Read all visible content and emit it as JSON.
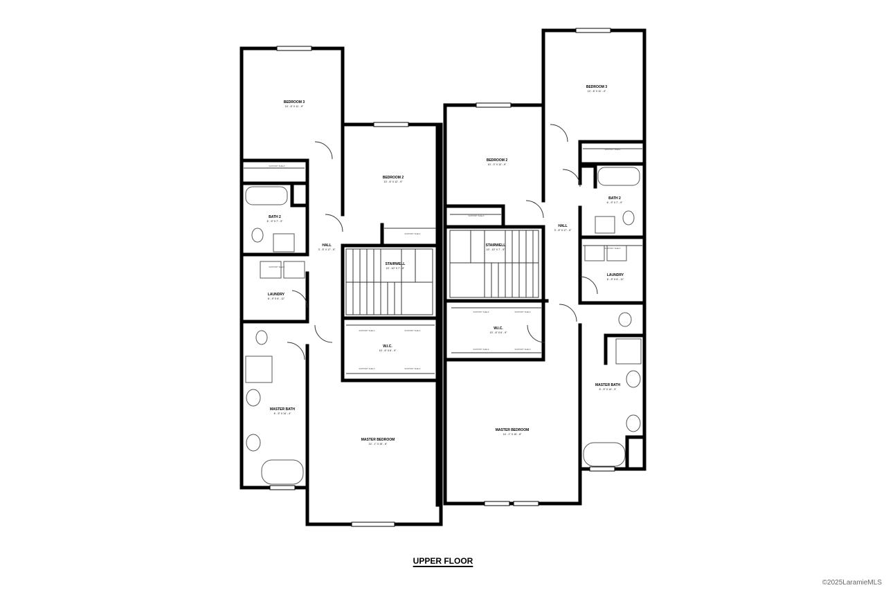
{
  "floor_title": "UPPER FLOOR",
  "copyright": "©2025LaramieMLS",
  "rooms_left": {
    "bedroom3": {
      "name": "BEDROOM 3",
      "dim": "10' - 6\" X 11' - 9\""
    },
    "bedroom2": {
      "name": "BEDROOM 2",
      "dim": "10' - 6\" X 12' - 9\""
    },
    "bath2": {
      "name": "BATH 2",
      "dim": "6' - 5\" X 7' - 9\""
    },
    "hall": {
      "name": "HALL",
      "dim": "3' - 5\" X 17' - 5\""
    },
    "stairwell": {
      "name": "STAIRWELL",
      "dim": "10' - 10\" X 7' - 5\""
    },
    "laundry": {
      "name": "LAUNDRY",
      "dim": "6' - 9\" X 6' - 11\""
    },
    "wic": {
      "name": "W.I.C.",
      "dim": "10' - 6\" X 6' - 9\""
    },
    "master_bath": {
      "name": "MASTER BATH",
      "dim": "6' - 5\" X 14' - 4\""
    },
    "master_bedroom": {
      "name": "MASTER BEDROOM",
      "dim": "14' - 1\" X 15' - 6\""
    }
  },
  "rooms_right": {
    "bedroom3": {
      "name": "BEDROOM 3",
      "dim": "10' - 6\" X 11' - 4\""
    },
    "bedroom2": {
      "name": "BEDROOM 2",
      "dim": "10' - 3\" X 12' - 9\""
    },
    "bath2": {
      "name": "BATH 2",
      "dim": "6' - 9\" X 7' - 9\""
    },
    "hall": {
      "name": "HALL",
      "dim": "3' - 6\" X 17' - 5\""
    },
    "stairwell": {
      "name": "STAIRWELL",
      "dim": "10' - 10\" X 7' - 5\""
    },
    "laundry": {
      "name": "LAUNDRY",
      "dim": "6' - 5\" X 6' - 11\""
    },
    "wic": {
      "name": "W.I.C.",
      "dim": "10' - 6\" X 6' - 9\""
    },
    "master_bath": {
      "name": "MASTER BATH",
      "dim": "6' - 5\" X 14' - 3\""
    },
    "master_bedroom": {
      "name": "MASTER BEDROOM",
      "dim": "14' - 1\" X 15' - 6\""
    }
  },
  "shelf_label": "SUPPORT SHELF"
}
